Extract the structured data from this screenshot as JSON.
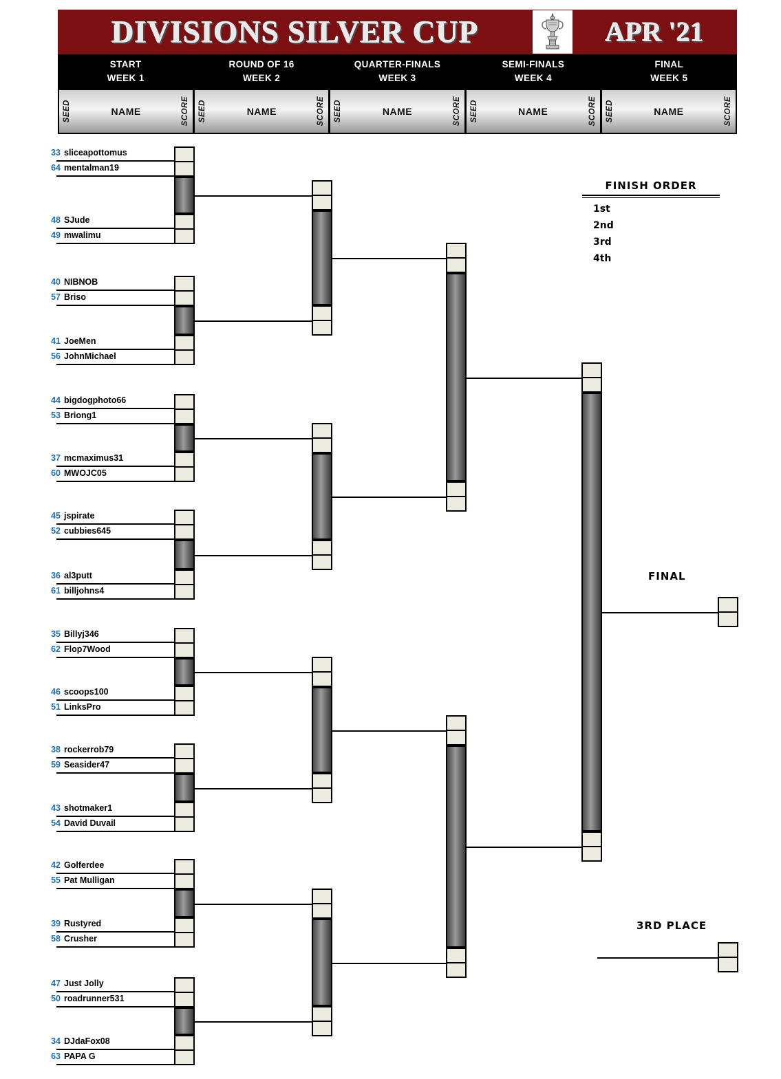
{
  "banner": {
    "title": "DIVISIONS SILVER CUP",
    "date": "APR '21",
    "trophy_icon": "trophy-icon",
    "bg_color": "#7b0f12"
  },
  "rounds": [
    {
      "name": "START",
      "week": "WEEK 1"
    },
    {
      "name": "ROUND OF 16",
      "week": "WEEK 2"
    },
    {
      "name": "QUARTER-FINALS",
      "week": "WEEK 3"
    },
    {
      "name": "SEMI-FINALS",
      "week": "WEEK 4"
    },
    {
      "name": "FINAL",
      "week": "WEEK 5"
    }
  ],
  "column_headers": {
    "seed": "SEED",
    "name": "NAME",
    "score": "SCORE"
  },
  "finish_order": {
    "title": "FINISH ORDER",
    "places": [
      "1st",
      "2nd",
      "3rd",
      "4th"
    ]
  },
  "labels": {
    "final": "FINAL",
    "third_place": "3RD PLACE"
  },
  "chart_data": {
    "type": "bracket",
    "title": "DIVISIONS SILVER CUP",
    "rounds": 5,
    "seed_color": "#1f6fb4"
  },
  "participants": [
    {
      "seed": "33",
      "name": "sliceapottomus"
    },
    {
      "seed": "64",
      "name": "mentalman19"
    },
    {
      "seed": "48",
      "name": "SJude"
    },
    {
      "seed": "49",
      "name": "mwalimu"
    },
    {
      "seed": "40",
      "name": "NIBNOB"
    },
    {
      "seed": "57",
      "name": "Briso"
    },
    {
      "seed": "41",
      "name": "JoeMen"
    },
    {
      "seed": "56",
      "name": "JohnMichael"
    },
    {
      "seed": "44",
      "name": "bigdogphoto66"
    },
    {
      "seed": "53",
      "name": "Briong1"
    },
    {
      "seed": "37",
      "name": "mcmaximus31"
    },
    {
      "seed": "60",
      "name": "MWOJC05"
    },
    {
      "seed": "45",
      "name": "jspirate"
    },
    {
      "seed": "52",
      "name": "cubbies645"
    },
    {
      "seed": "36",
      "name": "al3putt"
    },
    {
      "seed": "61",
      "name": "billjohns4"
    },
    {
      "seed": "35",
      "name": "Billyj346"
    },
    {
      "seed": "62",
      "name": "Flop7Wood"
    },
    {
      "seed": "46",
      "name": "scoops100"
    },
    {
      "seed": "51",
      "name": "LinksPro"
    },
    {
      "seed": "38",
      "name": "rockerrob79"
    },
    {
      "seed": "59",
      "name": "Seasider47"
    },
    {
      "seed": "43",
      "name": "shotmaker1"
    },
    {
      "seed": "54",
      "name": "David Duvail"
    },
    {
      "seed": "42",
      "name": "Golferdee"
    },
    {
      "seed": "55",
      "name": "Pat Mulligan"
    },
    {
      "seed": "39",
      "name": "Rustyred"
    },
    {
      "seed": "58",
      "name": "Crusher"
    },
    {
      "seed": "47",
      "name": "Just Jolly"
    },
    {
      "seed": "50",
      "name": "roadrunner531"
    },
    {
      "seed": "34",
      "name": "DJdaFox08"
    },
    {
      "seed": "63",
      "name": "PAPA G"
    }
  ]
}
